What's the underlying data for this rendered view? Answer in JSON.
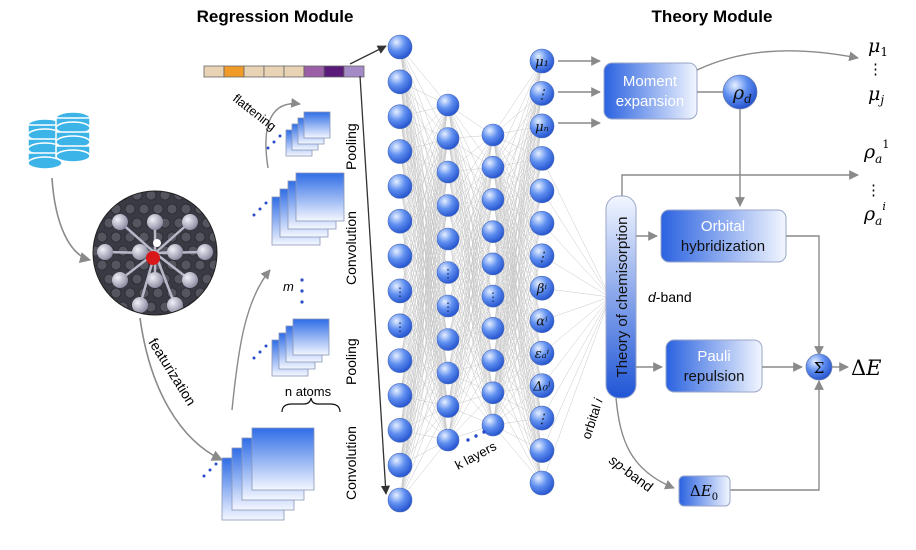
{
  "titles": {
    "regression": "Regression Module",
    "theory": "Theory Module"
  },
  "regression": {
    "flattening": "flattening",
    "featurization": "featurization",
    "m_label": "m",
    "n_atoms": "n atoms",
    "k_layers": "k layers",
    "side_labels": [
      "Pooling",
      "Convolution",
      "Pooling",
      "Convolution"
    ],
    "flatten_colors": [
      "#e8d4b4",
      "#f09a28",
      "#e8d4b4",
      "#e8d4b4",
      "#e8d4b4",
      "#9a5fa6",
      "#5a1a7a",
      "#a58ac8"
    ]
  },
  "network": {
    "left_nodes": 14,
    "hidden1_nodes": 11,
    "hidden2_nodes": 10,
    "output_labels": [
      "μ₁",
      "⋮",
      "μₙ",
      "",
      "",
      "",
      "⋮",
      "βⁱ",
      "αⁱ",
      "εₐⁱ",
      "Δ₀ⁱ",
      "⋮",
      "",
      ""
    ]
  },
  "theory": {
    "moment_expansion": [
      "Moment",
      "expansion"
    ],
    "rho_d": "ρd",
    "orbital_hybridization": [
      "Orbital",
      "hybridization"
    ],
    "theory_of_chemisorption": "Theory of chemisorption",
    "d_band": "d-band",
    "pauli_repulsion": [
      "Pauli",
      "repulsion"
    ],
    "sum_symbol": "Σ",
    "delta_e": "ΔE",
    "delta_e0": "ΔE0",
    "sp_band": "sp-band",
    "orbital_i": "orbital i",
    "mu_outputs": [
      "μ1",
      "⋮",
      "μj"
    ],
    "rho_outputs": [
      "ρa1",
      "⋮",
      "ρai"
    ]
  },
  "colors": {
    "node_dark": "#1a56d8",
    "node_light": "#c9dcff",
    "box_dark": "#2a62e0",
    "box_light": "#eef3ff",
    "arrow": "#8a8a8a"
  }
}
